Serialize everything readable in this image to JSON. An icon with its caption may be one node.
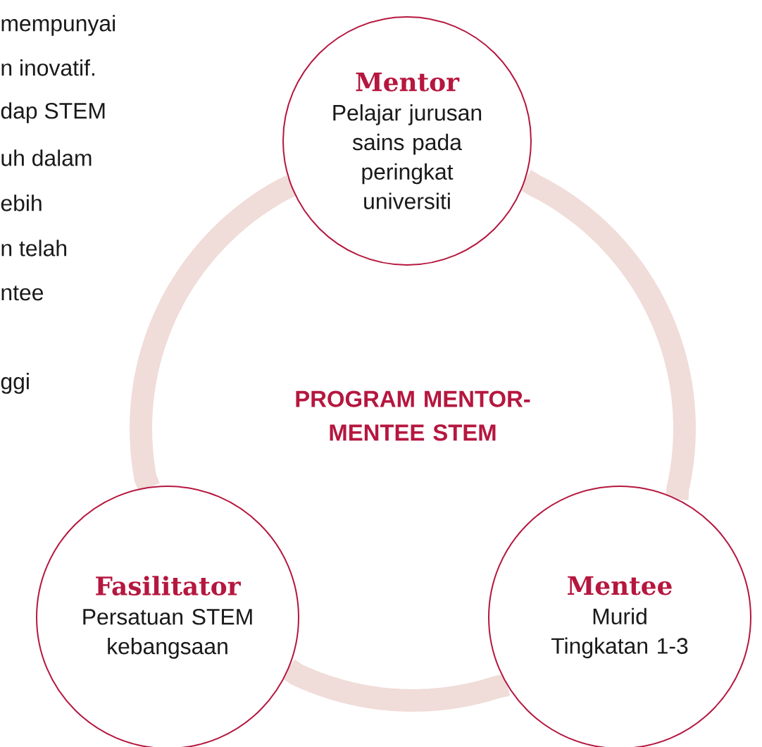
{
  "diagram": {
    "nodes": [
      {
        "text": [
          "Mentor",
          "Pelajar jurusan sains pada peringkat universiti"
        ]
      },
      {
        "text": [
          "Fasilitator",
          "Persatuan STEM kebangsaan"
        ]
      },
      {
        "text": [
          "Mentee",
          "Murid Tingkatan 1-3"
        ]
      }
    ],
    "edges": [
      {
        "from": 0,
        "to": 2,
        "arrow": "none"
      },
      {
        "from": 2,
        "to": 1,
        "arrow": "none"
      },
      {
        "from": 1,
        "to": 0,
        "arrow": "none"
      }
    ],
    "labels": [
      "mempunyai",
      "n inovatif.",
      "dap STEM",
      "uh dalam",
      "ebih",
      "n telah",
      "ntee",
      "ggi",
      "PROGRAM MENTOR-MENTEE STEM"
    ]
  }
}
